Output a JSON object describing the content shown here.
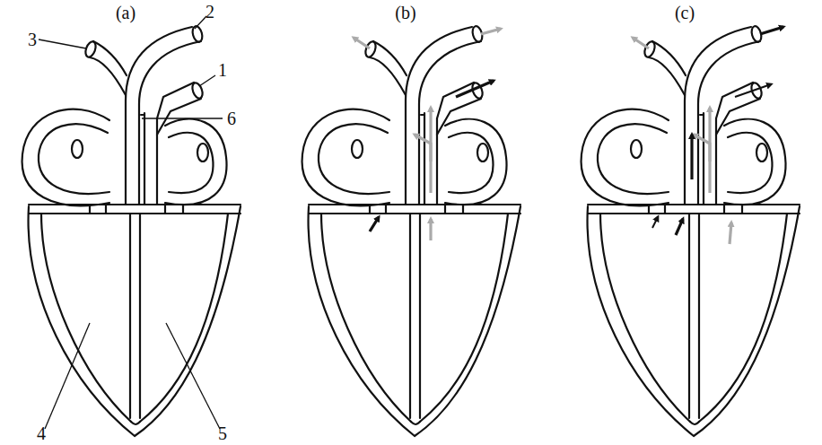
{
  "diagram": {
    "labels": [
      "(a)",
      "(b)",
      "(c)",
      "3",
      "2",
      "1",
      "6",
      "4",
      "5"
    ]
  }
}
